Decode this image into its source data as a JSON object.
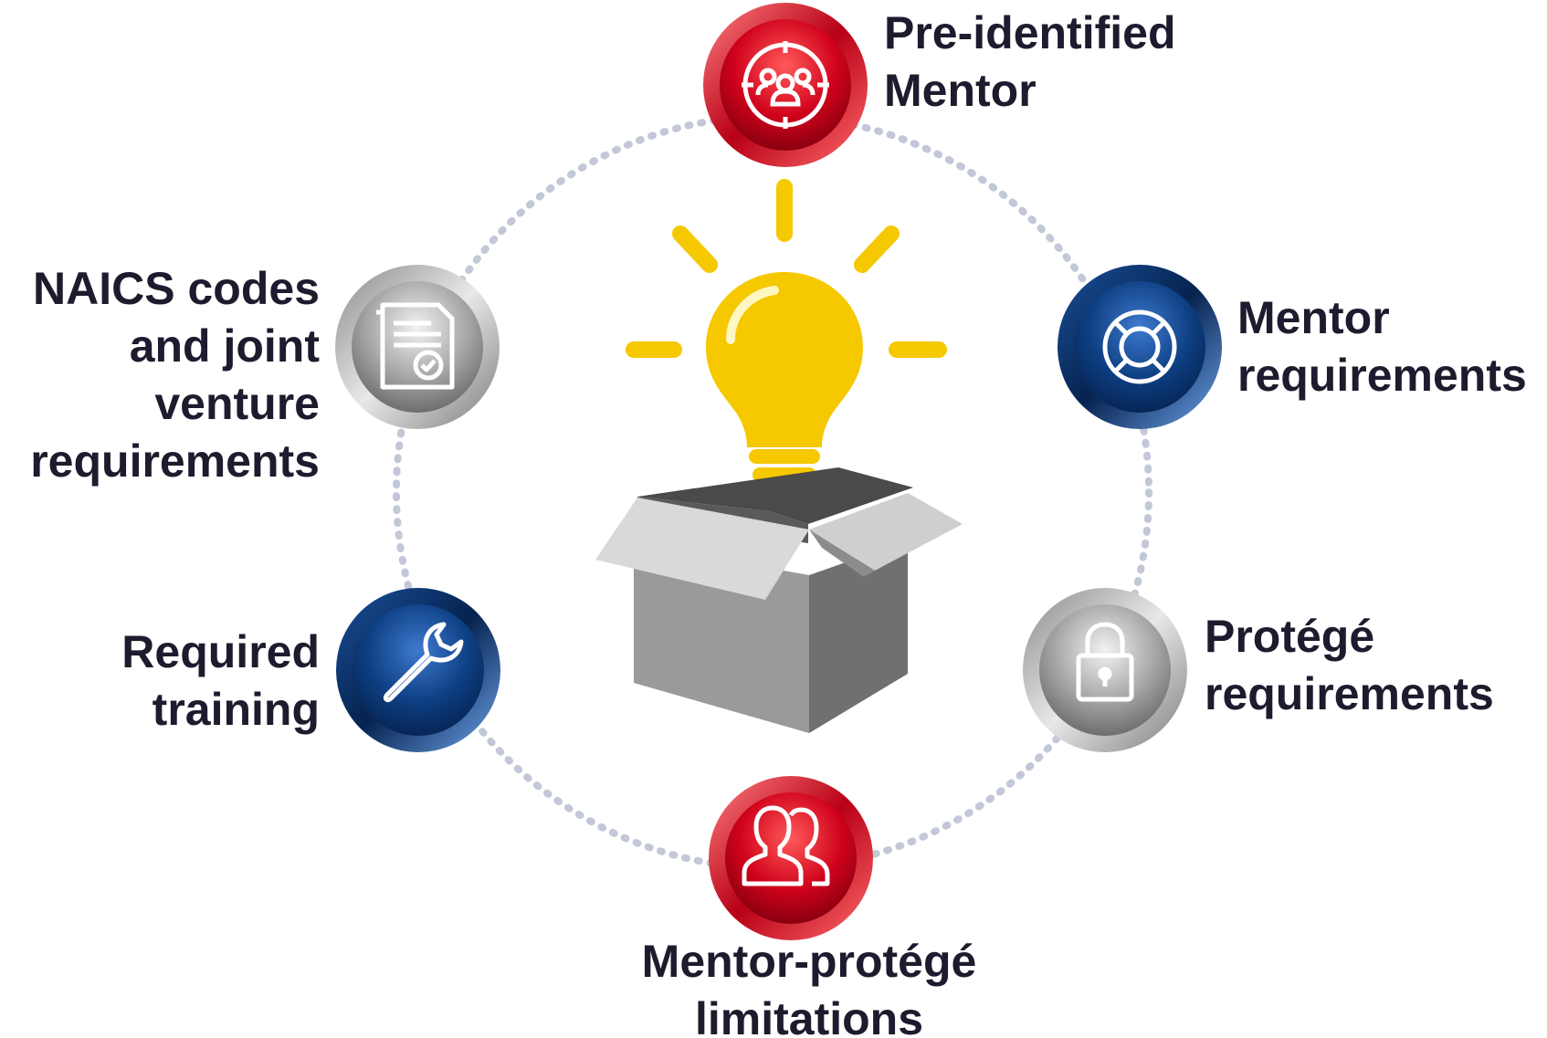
{
  "nodes": {
    "pre_identified_mentor": {
      "icon": "group-target-icon",
      "color": "red",
      "lines": [
        "Pre-identified",
        "Mentor"
      ]
    },
    "mentor_requirements": {
      "icon": "lifebuoy-icon",
      "color": "blue",
      "lines": [
        "Mentor",
        "requirements"
      ]
    },
    "protege_requirements": {
      "icon": "padlock-icon",
      "color": "silver",
      "lines": [
        "Protégé",
        "requirements"
      ]
    },
    "mentor_protege_limitations": {
      "icon": "people-icon",
      "color": "red",
      "lines": [
        "Mentor-protégé",
        "limitations"
      ]
    },
    "required_training": {
      "icon": "wrench-icon",
      "color": "blue",
      "lines": [
        "Required",
        "training"
      ]
    },
    "naics_jv": {
      "icon": "document-check-icon",
      "color": "silver",
      "lines": [
        "NAICS codes",
        "and joint",
        "venture",
        "requirements"
      ]
    }
  },
  "center": {
    "icon": "lightbulb-in-box-icon"
  },
  "colors": {
    "red": "#d0021b",
    "blue": "#0d3f82",
    "silver": "#9b9b9b",
    "bulb": "#f5c800",
    "box": "#8c8c8c",
    "ring": "#c3c8d8",
    "text": "#1c1c2e"
  }
}
